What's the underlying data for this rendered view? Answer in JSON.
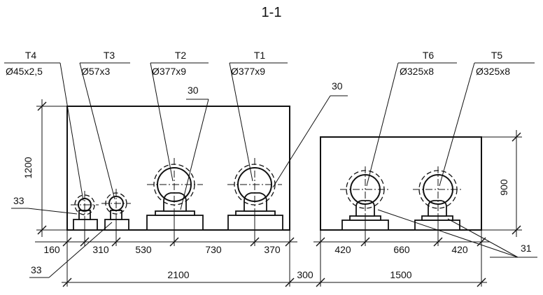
{
  "title": "1-1",
  "pipes": [
    {
      "tag": "T4",
      "size": "Ø45x2,5"
    },
    {
      "tag": "T3",
      "size": "Ø57x3"
    },
    {
      "tag": "T2",
      "size": "Ø377x9"
    },
    {
      "tag": "T1",
      "size": "Ø377x9"
    },
    {
      "tag": "T6",
      "size": "Ø325x8"
    },
    {
      "tag": "T5",
      "size": "Ø325x8"
    }
  ],
  "callouts": {
    "c30_left": "30",
    "c30_right": "30",
    "c33_top": "33",
    "c33_bottom": "33",
    "c31": "31"
  },
  "dimensions": {
    "height_left": "1200",
    "height_right": "900",
    "left_segments": [
      "160",
      "310",
      "530",
      "730",
      "370"
    ],
    "right_segments": [
      "420",
      "660",
      "420"
    ],
    "total_left": "2100",
    "gap": "300",
    "total_right": "1500"
  }
}
